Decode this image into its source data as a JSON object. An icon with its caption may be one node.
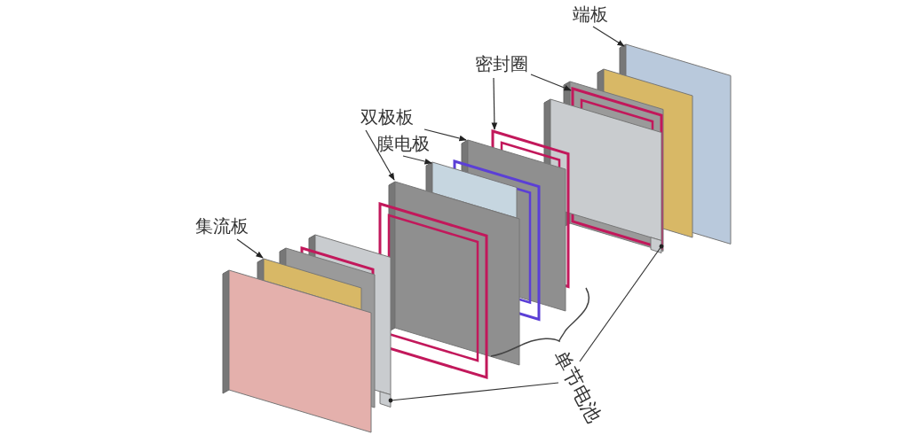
{
  "diagram": {
    "nodes": [
      {
        "text": [
          "端板"
        ]
      },
      {
        "text": [
          "密封圈"
        ]
      },
      {
        "text": [
          "双极板"
        ]
      },
      {
        "text": [
          "膜电极"
        ]
      },
      {
        "text": [
          "集流板"
        ]
      },
      {
        "text": [
          "单节电池"
        ]
      },
      {
        "text": [],
        "shape": "box"
      },
      {
        "text": [],
        "shape": "box"
      },
      {
        "text": [],
        "shape": "box"
      },
      {
        "text": [],
        "shape": "box"
      },
      {
        "text": [],
        "shape": "box"
      },
      {
        "text": [],
        "shape": "box"
      },
      {
        "text": [],
        "shape": "box"
      },
      {
        "text": [],
        "shape": "box"
      },
      {
        "text": [],
        "shape": "box"
      }
    ],
    "edges": [
      {
        "from": 0,
        "to": 6,
        "arrow": "to"
      },
      {
        "from": 1,
        "to": 7,
        "arrow": "to"
      },
      {
        "from": 1,
        "to": 8,
        "arrow": "to"
      },
      {
        "from": 2,
        "to": 10,
        "arrow": "to"
      },
      {
        "from": 2,
        "to": 9,
        "arrow": "to"
      },
      {
        "from": 3,
        "to": 11,
        "arrow": "to"
      },
      {
        "from": 4,
        "to": 12,
        "arrow": "to"
      },
      {
        "from": 5,
        "to": 13,
        "arrow": "other"
      },
      {
        "from": 5,
        "to": 14,
        "arrow": "other"
      }
    ]
  }
}
